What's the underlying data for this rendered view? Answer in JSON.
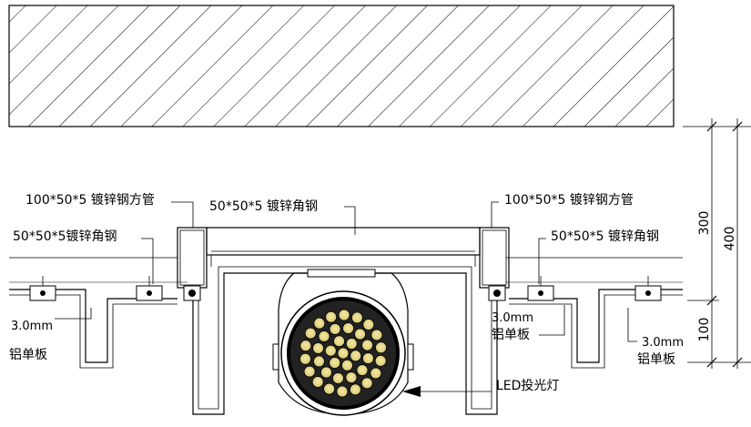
{
  "labels": {
    "tube_left": "100*50*5 镀锌钢方管",
    "tube_right": "100*50*5 镀锌钢方管",
    "angle_center": "50*50*5 镀锌角钢",
    "angle_left": "50*50*5镀锌角钢",
    "angle_right": "50*50*5 镀锌角钢",
    "panel_left_1": "3.0mm",
    "panel_left_2": "铝单板",
    "panel_mid_1": "3.0mm",
    "panel_mid_2": "铝单板",
    "panel_right_1": "3.0mm",
    "panel_right_2": "铝单板",
    "led": "LED投光灯"
  },
  "dimensions": {
    "d300": "300",
    "d400": "400",
    "d100": "100"
  }
}
